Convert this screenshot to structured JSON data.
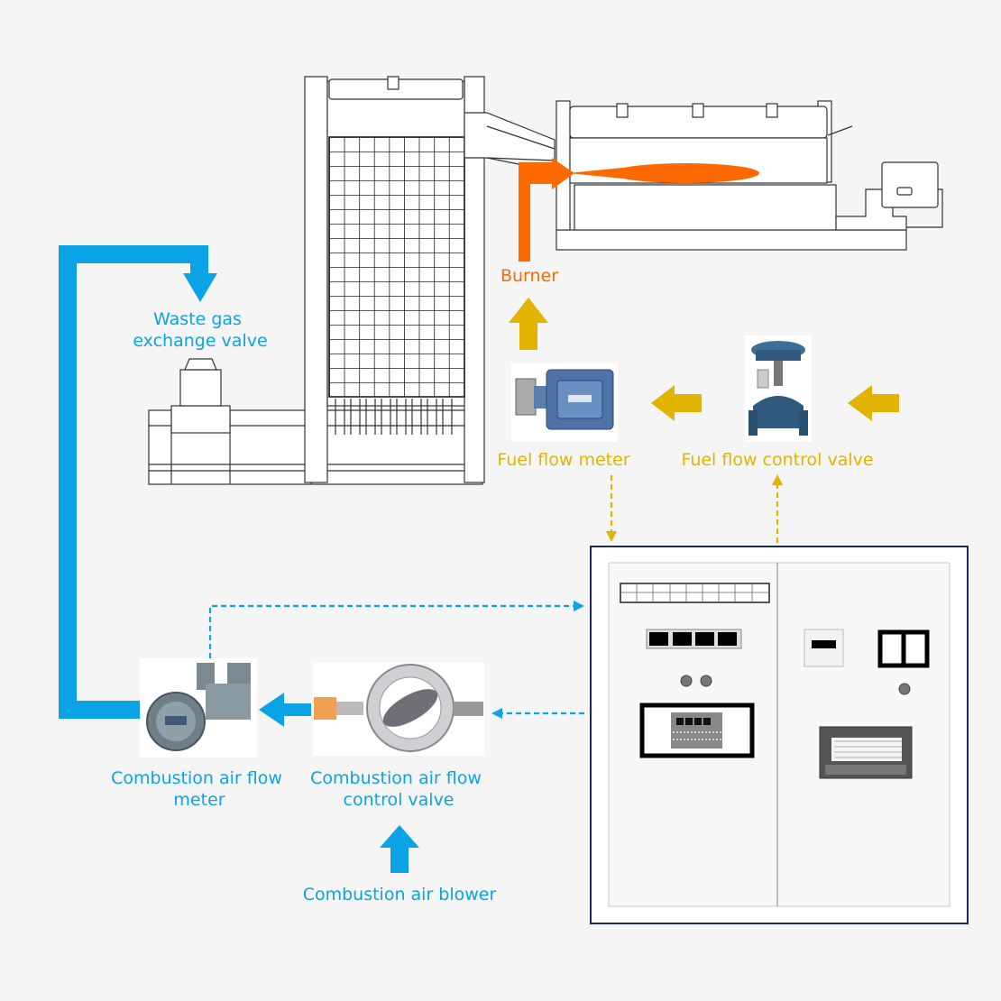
{
  "colors": {
    "air": "#0aa3e6",
    "fuel": "#e2b400",
    "burner": "#ff6a00",
    "panel_border": "#1f2a5c",
    "background": "#f5f5f5"
  },
  "labels": {
    "burner": "Burner",
    "waste_gas_valve": [
      "Waste gas",
      "exchange valve"
    ],
    "fuel_flow_meter": "Fuel flow meter",
    "fuel_flow_control_valve": "Fuel flow control valve",
    "combustion_air_flow_meter": [
      "Combustion air flow",
      "meter"
    ],
    "combustion_air_flow_control_valve": [
      "Combustion air flow",
      "control valve"
    ],
    "combustion_air_blower": "Combustion air blower"
  }
}
